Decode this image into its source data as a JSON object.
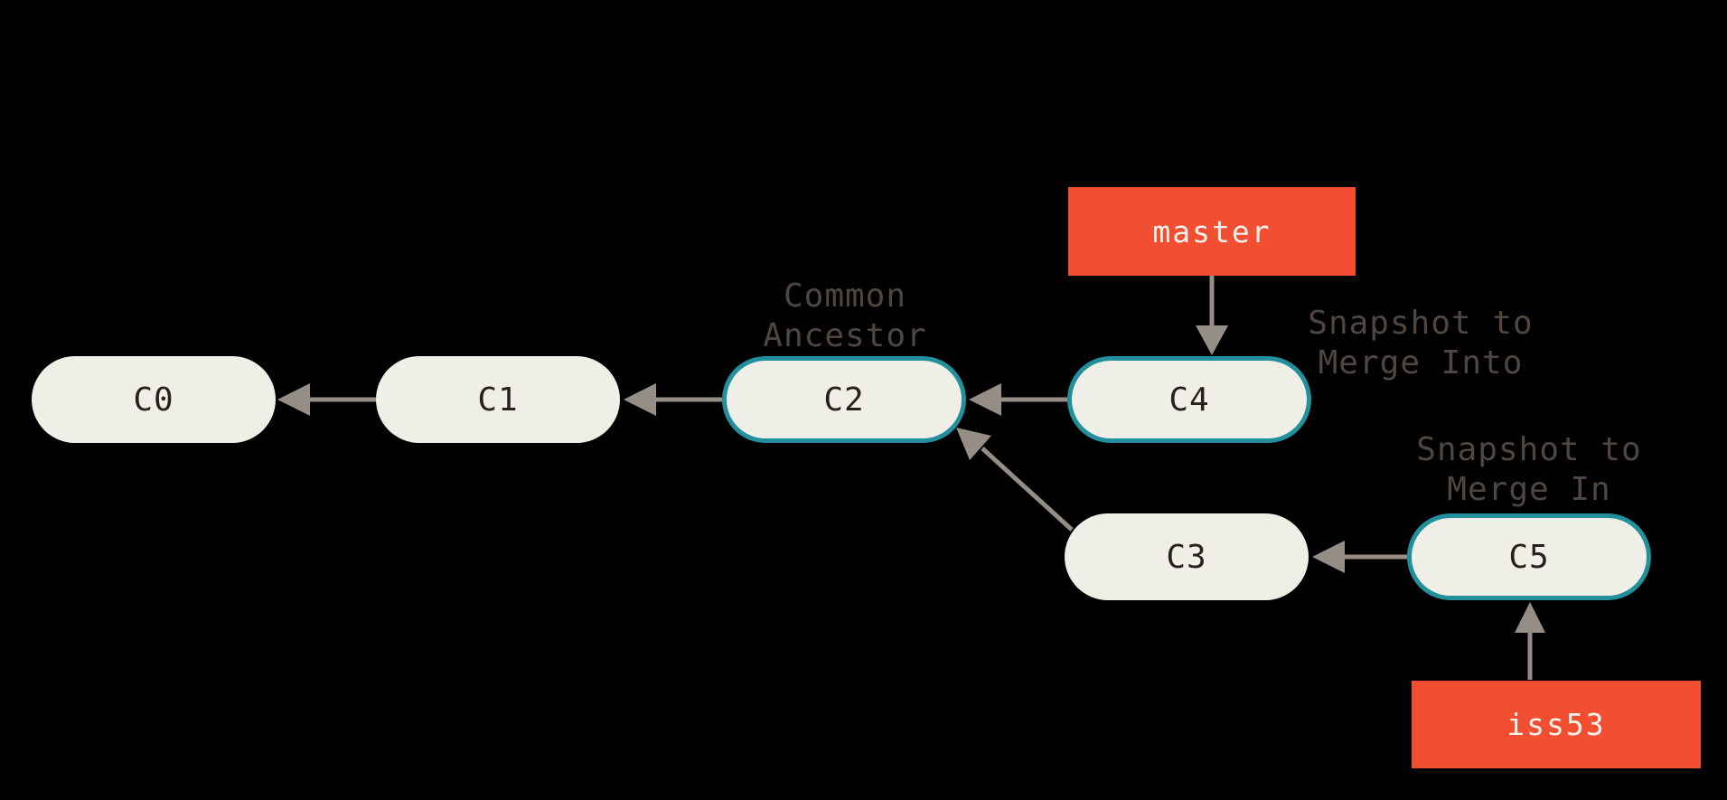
{
  "diagram_type": "git-commit-graph",
  "commits": {
    "c0": {
      "label": "C0",
      "highlighted": false
    },
    "c1": {
      "label": "C1",
      "highlighted": false
    },
    "c2": {
      "label": "C2",
      "highlighted": true
    },
    "c3": {
      "label": "C3",
      "highlighted": false
    },
    "c4": {
      "label": "C4",
      "highlighted": true
    },
    "c5": {
      "label": "C5",
      "highlighted": true
    }
  },
  "branches": {
    "master": {
      "label": "master"
    },
    "iss53": {
      "label": "iss53"
    }
  },
  "annotations": {
    "common_ancestor": {
      "line1": "Common",
      "line2": "Ancestor"
    },
    "snapshot_merge_into": {
      "line1": "Snapshot to",
      "line2": "Merge Into"
    },
    "snapshot_merge_in": {
      "line1": "Snapshot to",
      "line2": "Merge In"
    }
  },
  "edges": [
    {
      "from": "C1",
      "to": "C0"
    },
    {
      "from": "C2",
      "to": "C1"
    },
    {
      "from": "C4",
      "to": "C2"
    },
    {
      "from": "C3",
      "to": "C2"
    },
    {
      "from": "C5",
      "to": "C3"
    },
    {
      "from": "master",
      "to": "C4"
    },
    {
      "from": "iss53",
      "to": "C5"
    }
  ],
  "colors": {
    "background": "#000000",
    "node_fill": "#F0EFE7",
    "highlight_border": "#21909C",
    "branch_fill": "#F14E32",
    "branch_text": "#F5F3EC",
    "commit_text": "#26211E",
    "annotation_text": "#4E463F",
    "arrow": "#958E86"
  }
}
